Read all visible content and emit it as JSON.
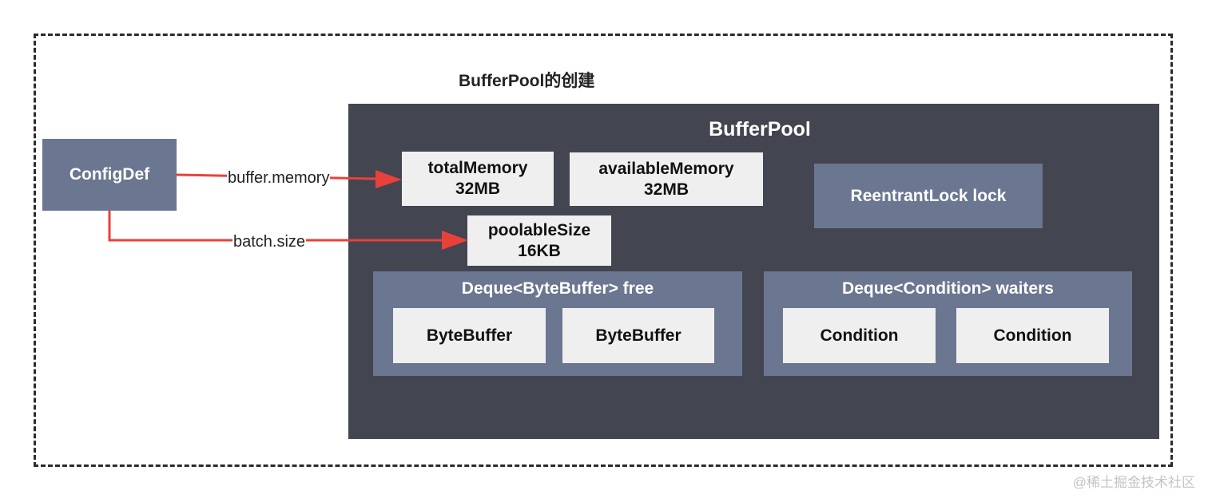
{
  "title": "BufferPool的创建",
  "config_def": {
    "label": "ConfigDef"
  },
  "buffer_pool": {
    "label": "BufferPool",
    "total_memory": {
      "name": "totalMemory",
      "value": "32MB"
    },
    "available_memory": {
      "name": "availableMemory",
      "value": "32MB"
    },
    "lock": {
      "label": "ReentrantLock lock"
    },
    "poolable_size": {
      "name": "poolableSize",
      "value": "16KB"
    },
    "free_deque": {
      "label": "Deque<ByteBuffer> free",
      "items": [
        "ByteBuffer",
        "ByteBuffer"
      ]
    },
    "waiters_deque": {
      "label": "Deque<Condition> waiters",
      "items": [
        "Condition",
        "Condition"
      ]
    }
  },
  "edges": [
    {
      "from": "ConfigDef",
      "to": "totalMemory",
      "label": "buffer.memory"
    },
    {
      "from": "ConfigDef",
      "to": "poolableSize",
      "label": "batch.size"
    }
  ],
  "colors": {
    "pool_background": "#434551",
    "slate_box": "#6b7690",
    "light_box": "#efefef",
    "arrow": "#e8413a",
    "frame_border": "#2b2b2b"
  },
  "watermark": "@稀土掘金技术社区"
}
